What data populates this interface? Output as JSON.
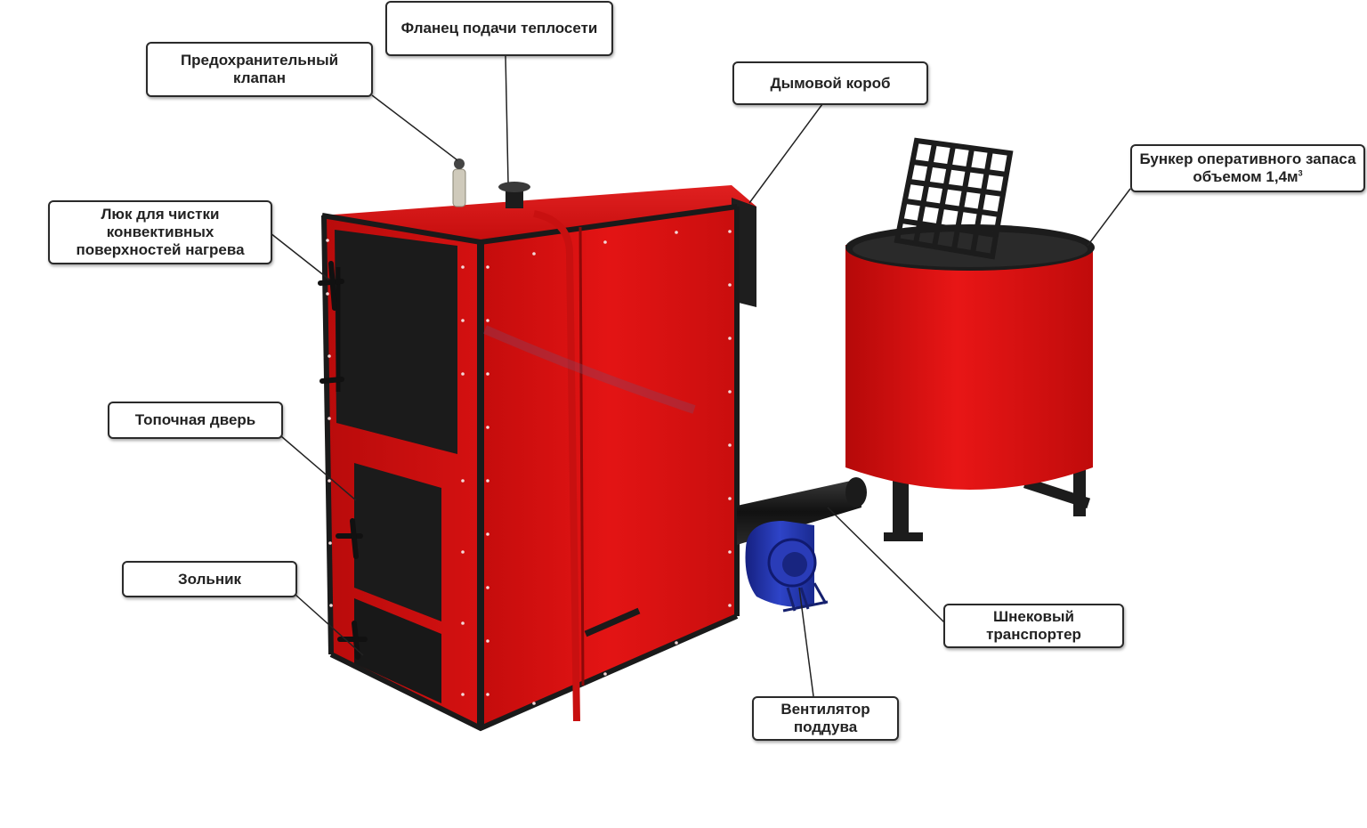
{
  "labels": {
    "safety_valve": {
      "line1": "Предохранительный",
      "line2": "клапан"
    },
    "supply_flange": {
      "line1": "Фланец подачи теплосети"
    },
    "smoke_box": {
      "line1": "Дымовой короб"
    },
    "hopper": {
      "line1": "Бункер оперативного запаса",
      "line2": "объемом 1,4м",
      "sup": "3"
    },
    "cleaning_hatch": {
      "line1": "Люк для чистки",
      "line2": "конвективных",
      "line3": "поверхностей нагрева"
    },
    "firebox_door": {
      "line1": "Топочная дверь"
    },
    "ash_pan": {
      "line1": "Зольник"
    },
    "screw_conveyor": {
      "line1": "Шнековый",
      "line2": "транспортер"
    },
    "blower_fan": {
      "line1": "Вентилятор",
      "line2": "поддува"
    }
  },
  "colors": {
    "boiler_red": "#d60f10",
    "boiler_dark_red": "#a80a0b",
    "steel_dark": "#1c1c1c",
    "fan_blue": "#1e2f9a",
    "leader_line": "#222222"
  }
}
